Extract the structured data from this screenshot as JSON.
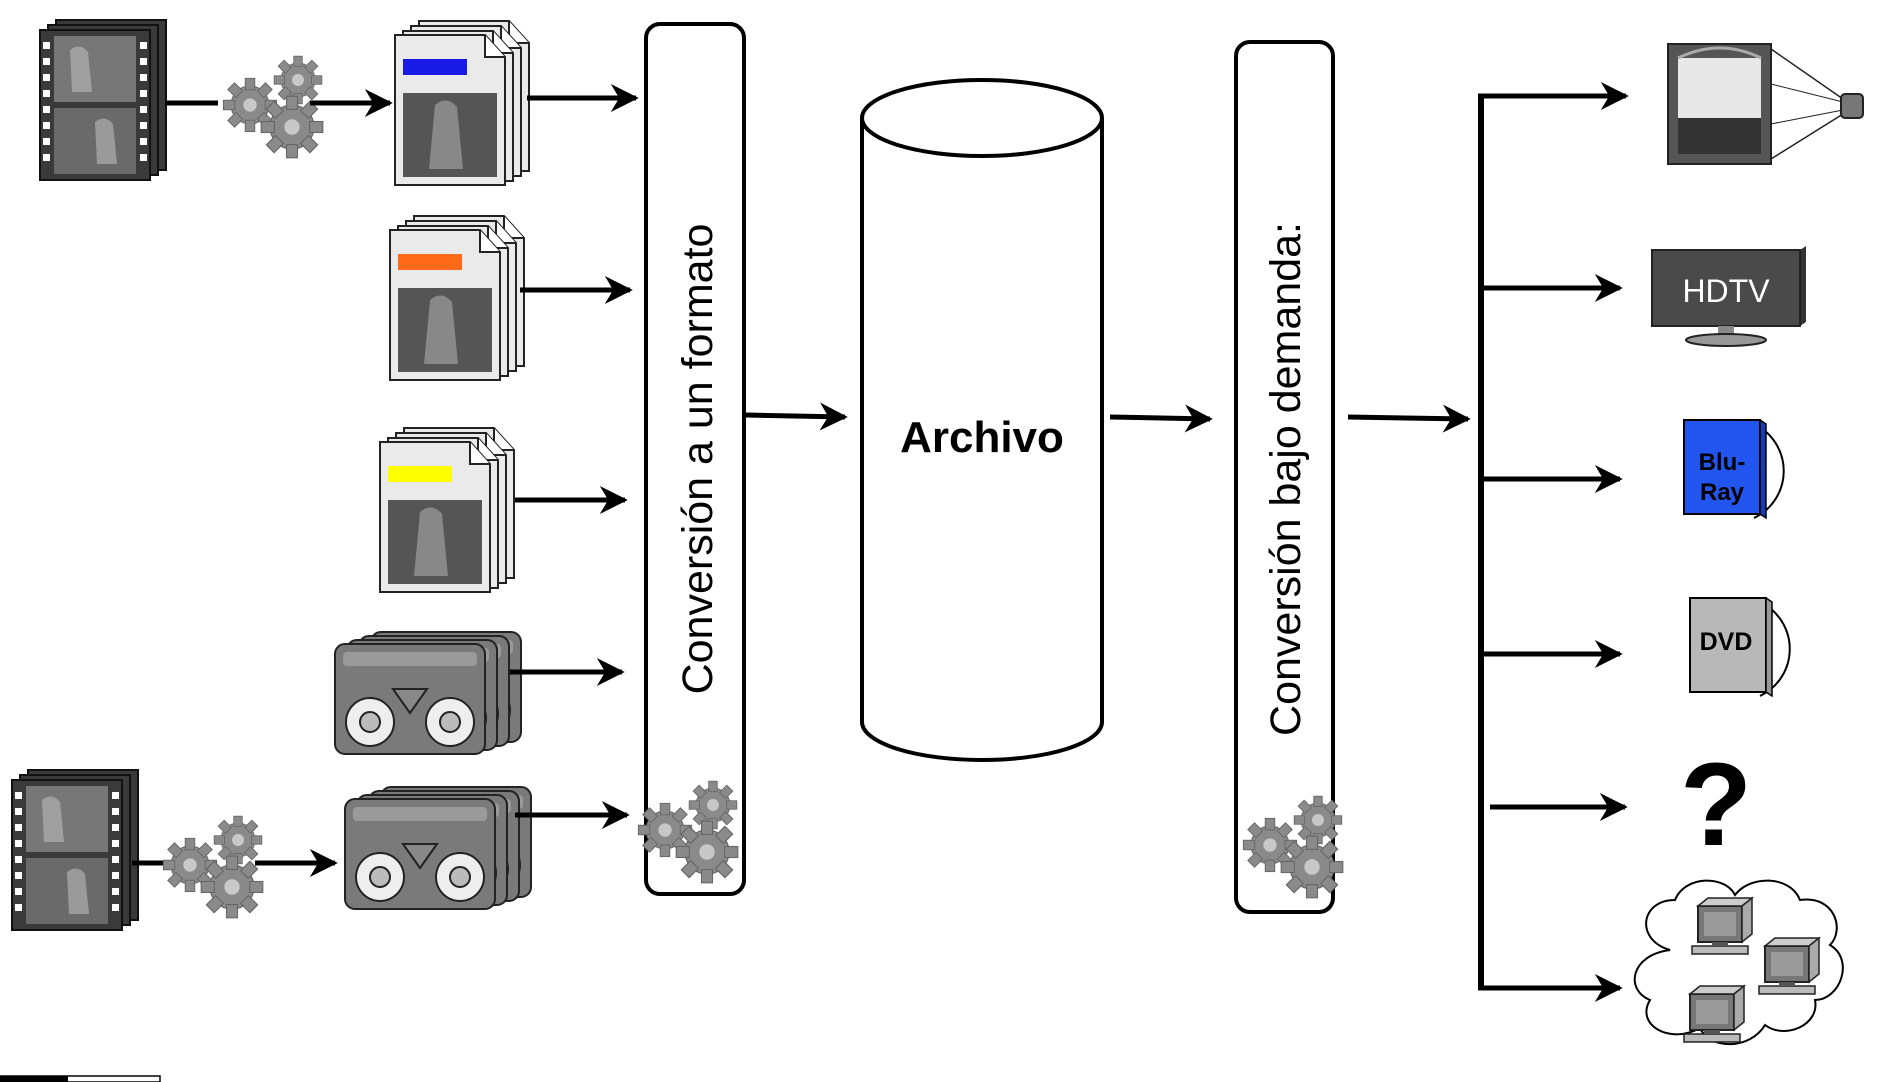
{
  "ingest": {
    "label": "Conversión a un formato"
  },
  "archive": {
    "label": "Archivo"
  },
  "ondemand": {
    "label": "Conversión bajo demanda:"
  },
  "outputs": {
    "hdtv": "HDTV",
    "bluray_line1": "Blu-",
    "bluray_line2": "Ray",
    "dvd": "DVD",
    "unknown": "?"
  },
  "colors": {
    "file_stripe_1": "#1a1ae6",
    "file_stripe_2": "#ff6a1a",
    "file_stripe_3": "#ffff00",
    "bluray_case": "#2255ee",
    "hdtv_body": "#4a4a4a",
    "dvd_case": "#b8b8b8",
    "gear": "#8a8a8a"
  },
  "icons": {
    "film_strip": "film-strip-icon",
    "gears": "gears-icon",
    "file_stack": "file-stack-icon",
    "tape": "tape-cassette-icon",
    "cinema": "cinema-projector-icon",
    "tv": "tv-icon",
    "disc_case": "disc-case-icon",
    "cloud": "cloud-network-icon",
    "computer": "computer-icon"
  }
}
